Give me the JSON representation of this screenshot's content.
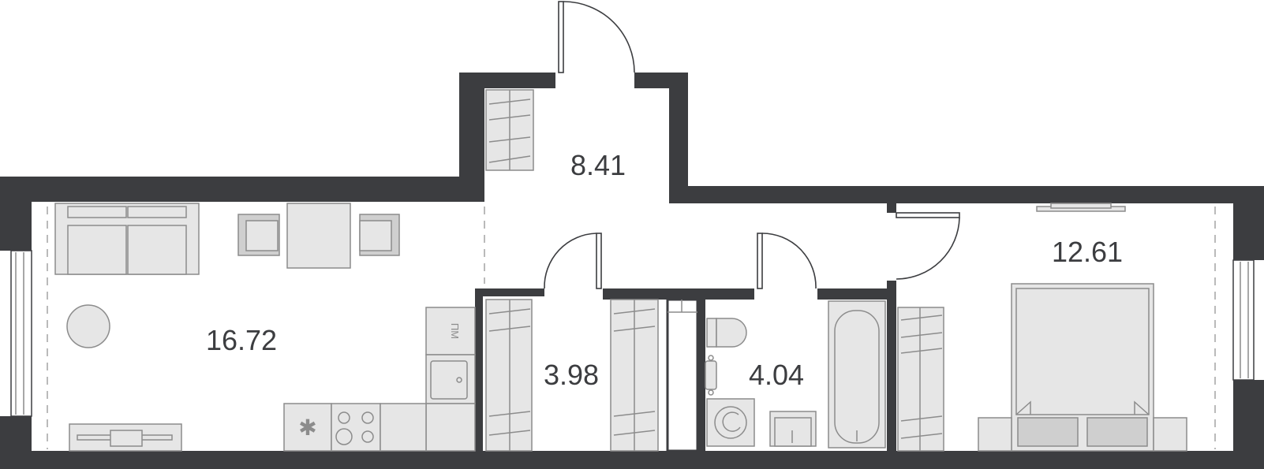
{
  "rooms": {
    "living_kitchen": {
      "area": "16.72"
    },
    "hallway": {
      "area": "8.41"
    },
    "bathroom_left": {
      "area": "3.98"
    },
    "bathroom_right": {
      "area": "4.04"
    },
    "bedroom": {
      "area": "12.61"
    }
  },
  "appliances": {
    "dishwasher_mark": "ПМ"
  },
  "colors": {
    "wall": "#3c3d40",
    "furniture_fill": "#e6e6e6",
    "furniture_stroke": "#8c8c8c"
  }
}
